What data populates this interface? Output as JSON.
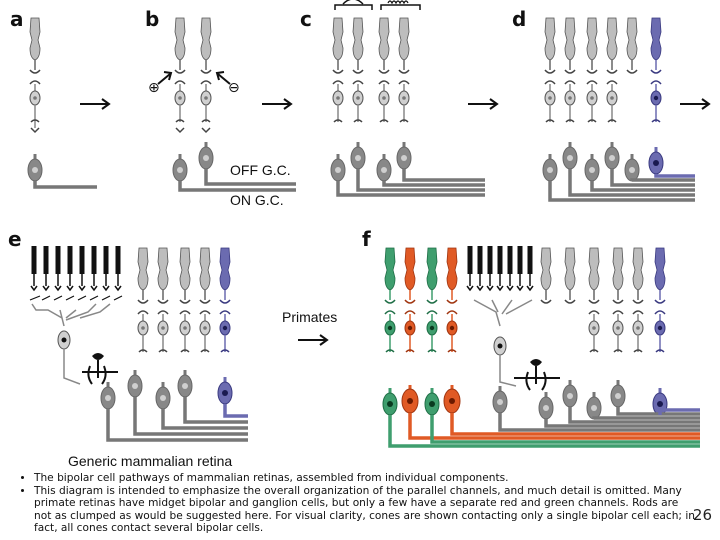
{
  "panels": {
    "a": "a",
    "b": "b",
    "c": "c",
    "d": "d",
    "e": "e",
    "f": "f"
  },
  "labels": {
    "plus": "⊕",
    "minus": "⊖",
    "off_gc": "OFF G.C.",
    "on_gc": "ON G.C.",
    "primates": "Primates",
    "generic": "Generic mammalian retina"
  },
  "colors": {
    "cell": "#808080",
    "cone": "#b8b8b8",
    "blue": "#6b6bb0",
    "red": "#e05a25",
    "green": "#3f9e6e",
    "rod": "#111111"
  },
  "caption": {
    "bullets": [
      "The bipolar cell pathways of mammalian retinas, assembled from individual components.",
      "This diagram is intended to emphasize the overall organization of the parallel channels, and much detail is omitted. Many primate retinas have midget bipolar and ganglion cells, but only a few have a separate red and green channels. Rods are not as clumped as would be suggested here. For visual clarity, cones are shown contacting only a single bipolar cell each; in fact, all cones contact several bipolar cells."
    ]
  },
  "slide_number": "26"
}
